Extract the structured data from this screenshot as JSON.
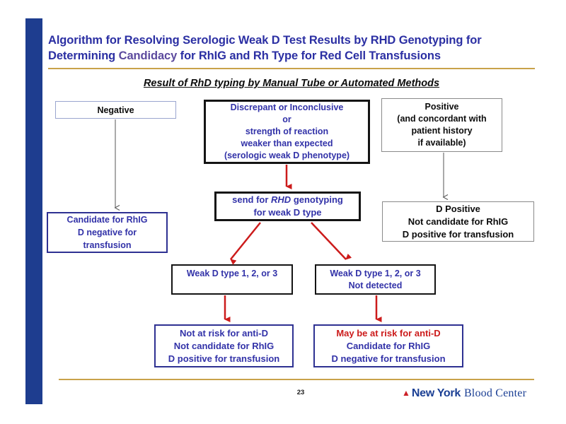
{
  "header": {
    "title_line1": "Algorithm for Resolving Serologic Weak D Test Results by RHD Genotyping for",
    "title_line2_pre": "Determining ",
    "title_line2_candidacy": "Candidacy",
    "title_line2_post": " for RhIG and Rh Type for Red Cell Transfusions",
    "subtitle": "Result of RhD typing by Manual Tube or Automated Methods"
  },
  "boxes": {
    "negative": {
      "line1": "Negative"
    },
    "discrepant": {
      "line1": "Discrepant or Inconclusive",
      "line2": "or",
      "line3": "strength of reaction",
      "line4": "weaker than expected",
      "line5": "(serologic weak D phenotype)"
    },
    "positive": {
      "line1": "Positive",
      "line2": "(and concordant with",
      "line3": "patient history",
      "line4": "if available)"
    },
    "genotyping": {
      "line1_pre": "send for ",
      "line1_gene": "RHD",
      "line1_post": " genotyping",
      "line2": "for weak D type"
    },
    "candidate": {
      "line1": "Candidate for RhIG",
      "line2": "D negative for",
      "line3": "transfusion"
    },
    "d_positive": {
      "line1": "D Positive",
      "line2": "Not candidate for RhIG",
      "line3": "D positive for transfusion"
    },
    "weak_detected": {
      "line1": "Weak D type 1, 2, or 3"
    },
    "weak_not_detected": {
      "line1": "Weak D type 1, 2, or 3",
      "line2": "Not detected"
    },
    "not_at_risk": {
      "line1": "Not at risk for anti-D",
      "line2": "Not candidate for RhIG",
      "line3": "D positive for transfusion"
    },
    "may_be_at_risk": {
      "line1": "May be at risk for anti-D",
      "line2": "Candidate for RhIG",
      "line3": "D negative for transfusion"
    }
  },
  "edges": [
    {
      "from": "negative",
      "to": "candidate",
      "color": "gray"
    },
    {
      "from": "discrepant",
      "to": "genotyping",
      "color": "red"
    },
    {
      "from": "positive",
      "to": "d_positive",
      "color": "gray"
    },
    {
      "from": "genotyping",
      "to": "weak_detected",
      "color": "red"
    },
    {
      "from": "genotyping",
      "to": "weak_not_detected",
      "color": "red"
    },
    {
      "from": "weak_detected",
      "to": "not_at_risk",
      "color": "red"
    },
    {
      "from": "weak_not_detected",
      "to": "may_be_at_risk",
      "color": "red"
    }
  ],
  "footer": {
    "page_number": "23",
    "logo_mark": "▲",
    "logo_bold": "New York",
    "logo_serif": "Blood Center"
  },
  "colors": {
    "title_blue": "#2b2fa3",
    "candidacy_purple": "#5c4a9e",
    "box_text_blue": "#3232a8",
    "risk_red": "#cc1b1b",
    "accent_gold": "#c9a24a",
    "sidebar_navy": "#1e3d8f",
    "navy_border": "#2e3192",
    "logo_navy": "#1b3f94",
    "logo_red": "#cc2027"
  }
}
